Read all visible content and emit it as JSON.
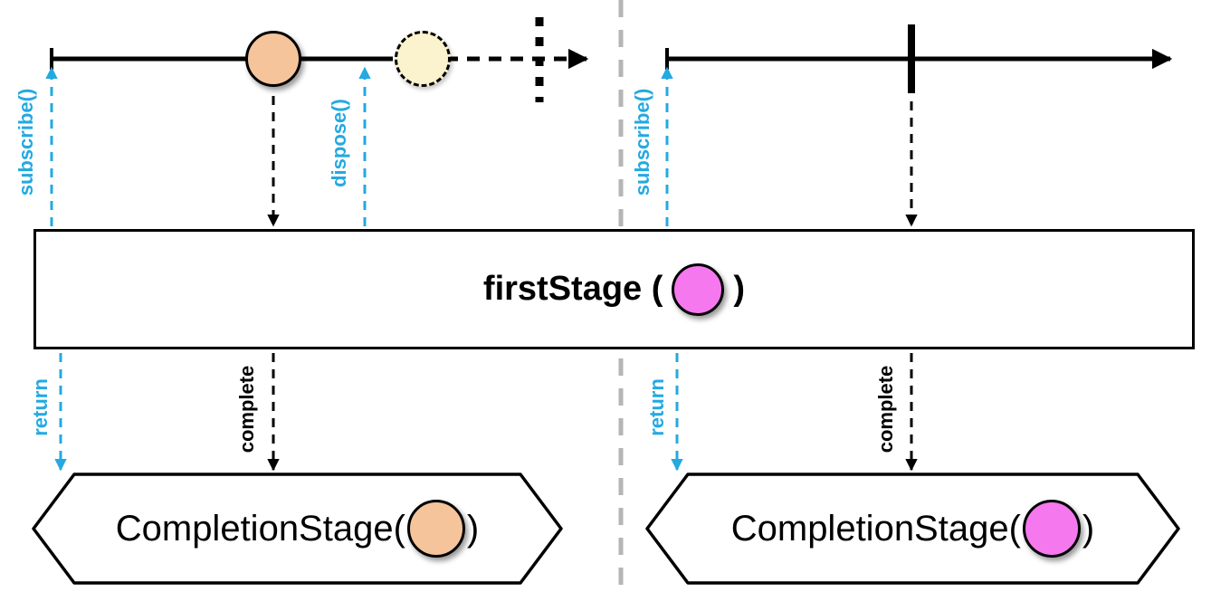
{
  "diagram": {
    "stage_box": {
      "prefix": "firstStage (",
      "suffix": ")"
    },
    "left": {
      "subscribe": "subscribe()",
      "dispose": "dispose()",
      "return": "return",
      "complete": "complete",
      "stage_prefix": "CompletionStage(",
      "stage_suffix": ")"
    },
    "right": {
      "subscribe": "subscribe()",
      "return": "return",
      "complete": "complete",
      "stage_prefix": "CompletionStage(",
      "stage_suffix": ")"
    },
    "marbles": {
      "left_timeline_item": "orange-marble",
      "left_disposed_item": "cream-dashed-marble",
      "stage_box_item": "magenta-marble",
      "left_result_item": "orange-marble",
      "right_result_item": "magenta-marble"
    },
    "colors": {
      "accent_cyan": "#24A9E1",
      "marble_orange": "#F5C49B",
      "marble_cream": "#FBF2CE",
      "marble_magenta": "#F678EF",
      "divider_gray": "#B5B5B5",
      "ink": "#000000"
    }
  }
}
